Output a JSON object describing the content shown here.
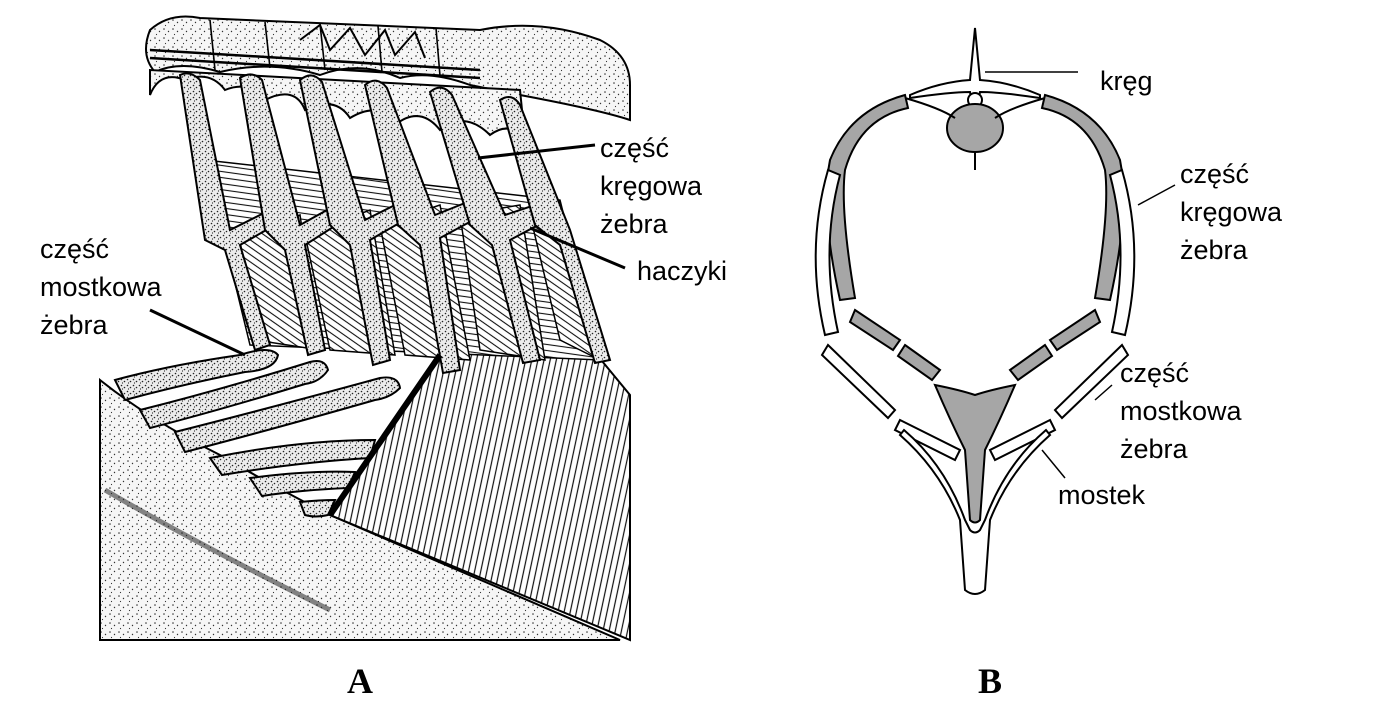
{
  "panel_a": {
    "letter": "A",
    "labels": {
      "sternal_rib": [
        "część",
        "mostkowa",
        "żebra"
      ],
      "vertebral_rib": [
        "część",
        "kręgowa",
        "żebra"
      ],
      "hooks": "haczyki"
    }
  },
  "panel_b": {
    "letter": "B",
    "labels": {
      "vertebra": "kręg",
      "vertebral_rib": [
        "część",
        "kręgowa",
        "żebra"
      ],
      "sternal_rib": [
        "część",
        "mostkowa",
        "żebra"
      ],
      "sternum": "mostek"
    }
  },
  "colors": {
    "ink": "#000000",
    "bone_fill": "#f4f4f4",
    "stipple": "#333333",
    "cross_section_gray": "#a6a6a6",
    "background": "#ffffff"
  }
}
